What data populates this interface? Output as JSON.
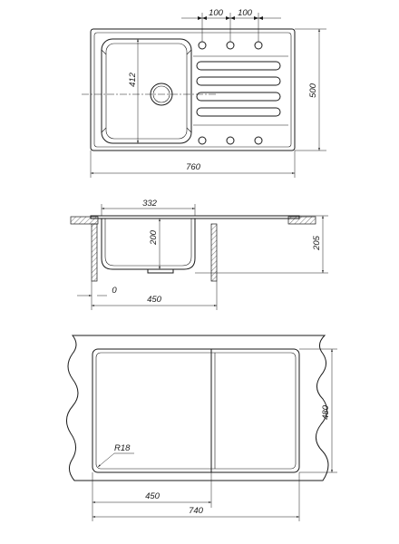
{
  "top_view": {
    "dim_hole_spacing_1": "100",
    "dim_hole_spacing_2": "100",
    "dim_bowl_height": "412",
    "dim_total_depth": "500",
    "dim_total_width": "760"
  },
  "side_view": {
    "dim_bowl_width": "332",
    "dim_bowl_depth": "200",
    "dim_total_height": "205",
    "dim_offset": "0",
    "dim_cabinet_width": "450"
  },
  "cutout_view": {
    "dim_radius": "R18",
    "dim_cutout_height": "480",
    "dim_half_width": "450",
    "dim_cutout_width": "740"
  }
}
